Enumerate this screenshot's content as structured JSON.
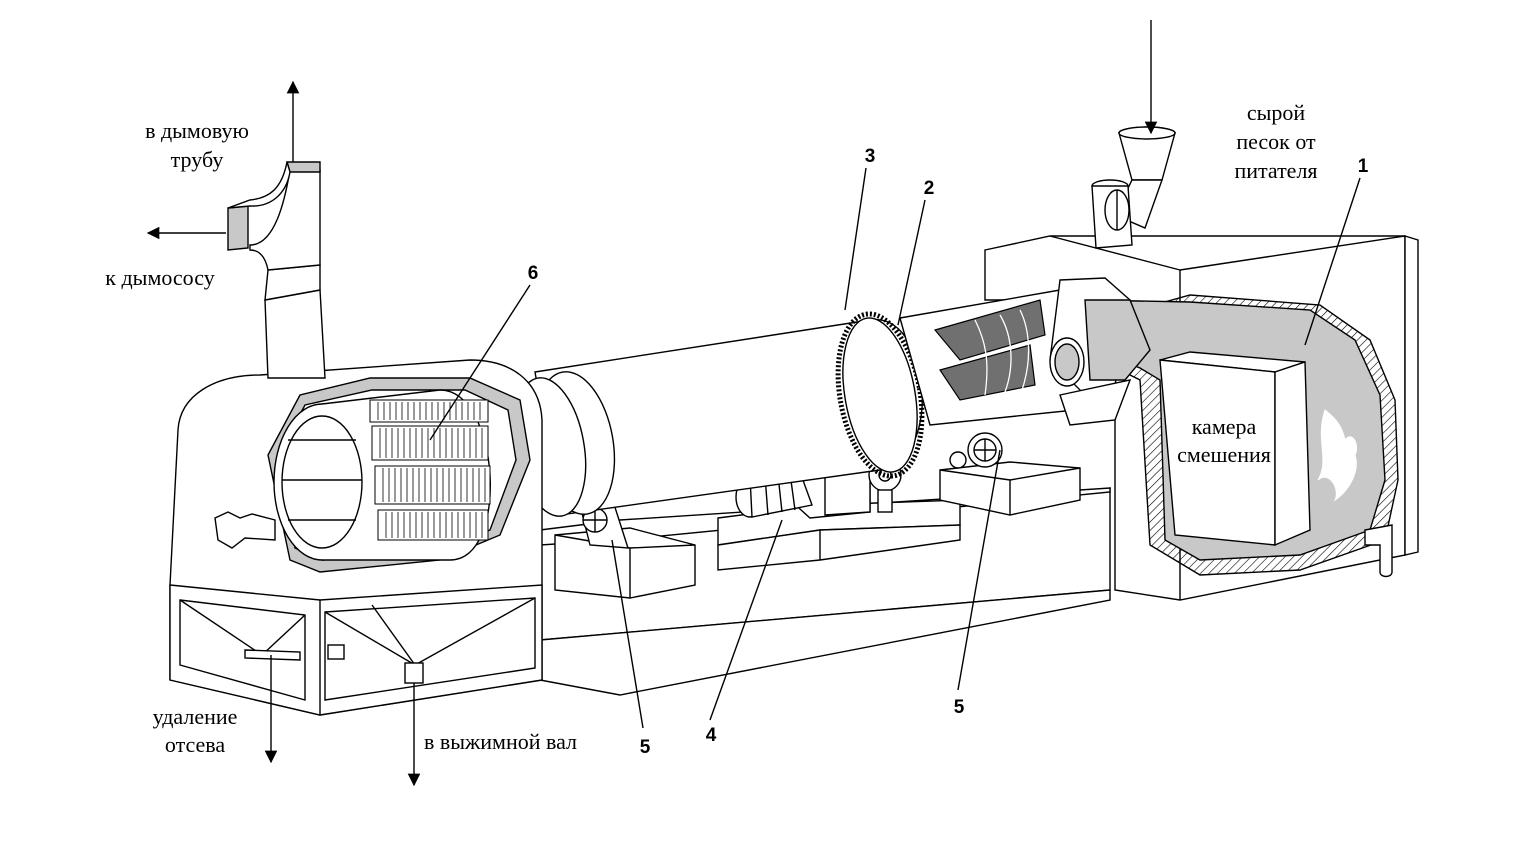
{
  "labels": {
    "to_chimney": [
      "в дымовую",
      "трубу"
    ],
    "to_exhauster": "к дымососу",
    "raw_sand": [
      "сырой",
      "песок от",
      "питателя"
    ],
    "mixing_chamber": [
      "камера",
      "смешения"
    ],
    "screen_removal": [
      "удаление",
      "отсева"
    ],
    "to_squeeze_roll": "в выжимной вал"
  },
  "callouts": {
    "c1": "1",
    "c2": "2",
    "c3": "3",
    "c4": "4",
    "c5_left": "5",
    "c5_right": "5",
    "c6": "6"
  },
  "colors": {
    "line": "#000000",
    "fill_gray": "#c8c8c8",
    "fill_dark": "#707070",
    "background": "#ffffff"
  }
}
